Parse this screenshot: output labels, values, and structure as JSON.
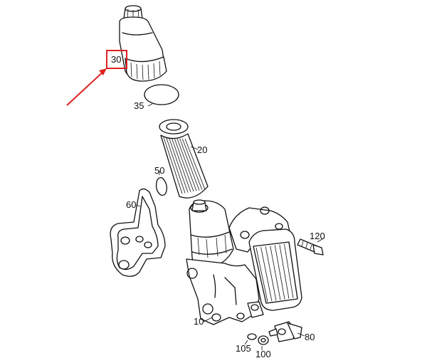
{
  "diagram": {
    "parts": [
      {
        "id": "30",
        "label": "30"
      },
      {
        "id": "35",
        "label": "35"
      },
      {
        "id": "20",
        "label": "20"
      },
      {
        "id": "50",
        "label": "50"
      },
      {
        "id": "60",
        "label": "60"
      },
      {
        "id": "120",
        "label": "120"
      },
      {
        "id": "10",
        "label": "10"
      },
      {
        "id": "80",
        "label": "80"
      },
      {
        "id": "105",
        "label": "105"
      },
      {
        "id": "100",
        "label": "100"
      }
    ],
    "highlight": {
      "part": "30",
      "color": "#e02020"
    },
    "colors": {
      "line": "#111111",
      "background": "#ffffff"
    }
  }
}
